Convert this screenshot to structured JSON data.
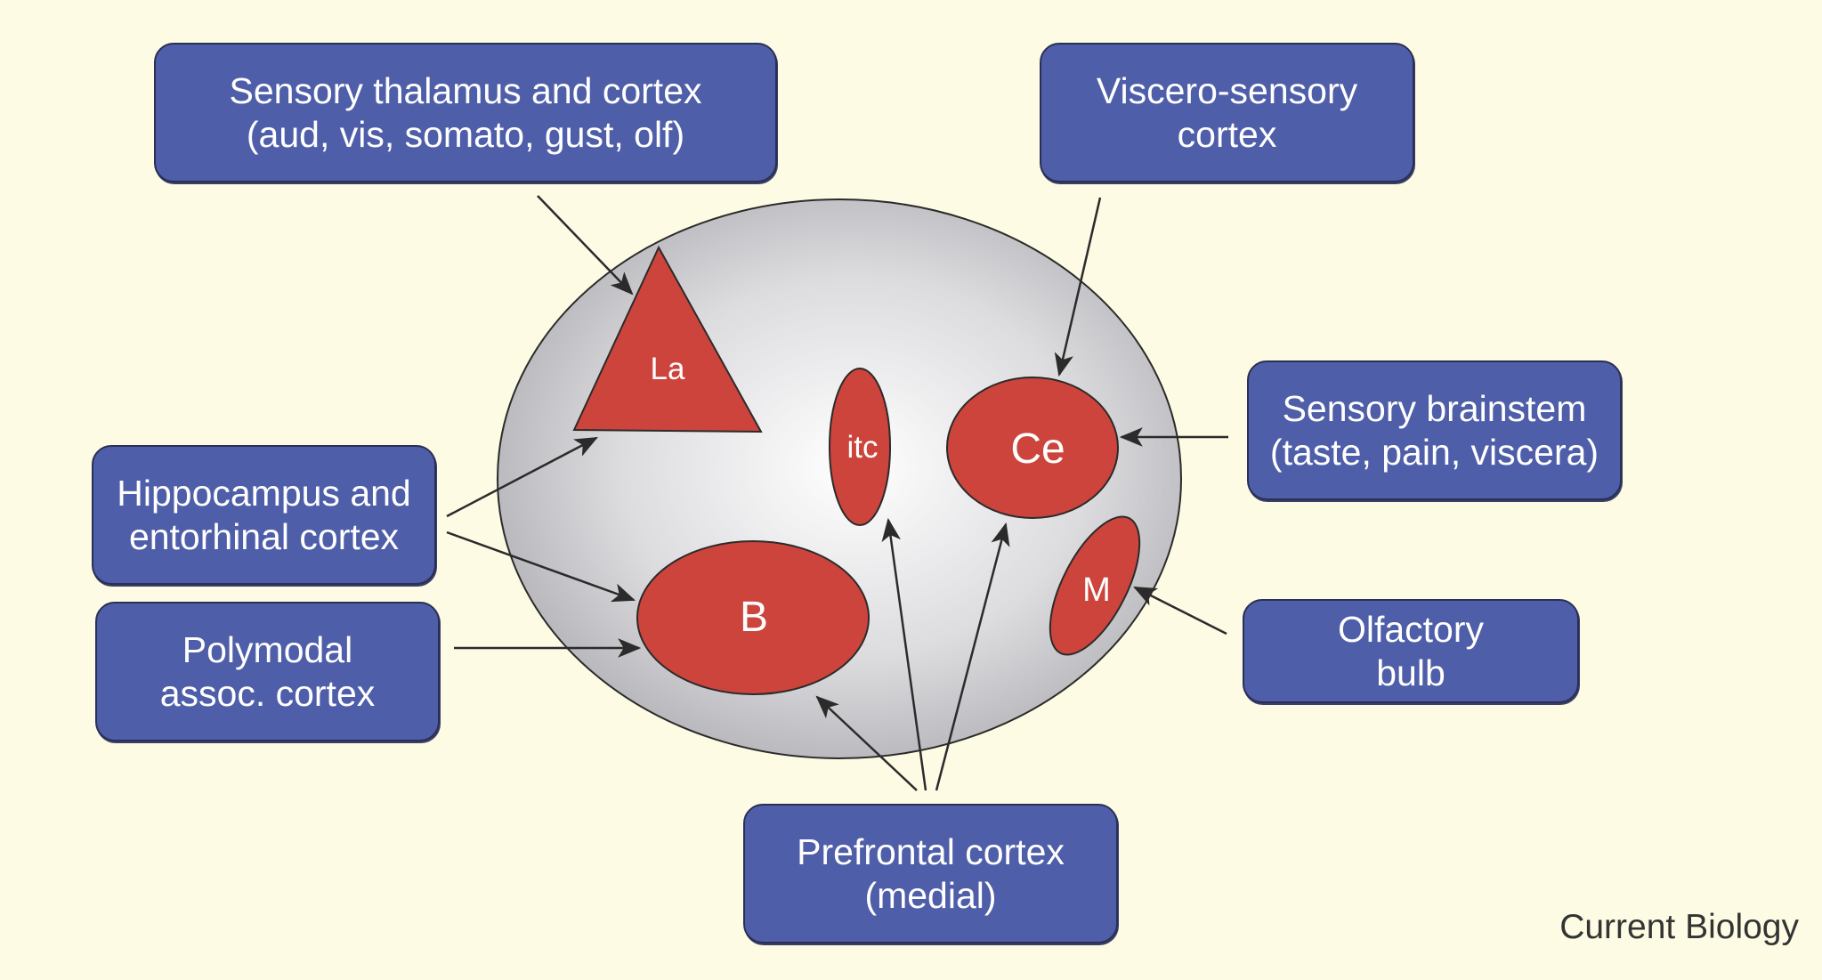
{
  "nuclei": {
    "la": "La",
    "itc": "itc",
    "ce": "Ce",
    "b": "B",
    "m": "M"
  },
  "inputs": {
    "sensory_thalamus": {
      "line1": "Sensory thalamus and cortex",
      "line2": "(aud, vis, somato, gust, olf)"
    },
    "viscero_sensory": {
      "line1": "Viscero-sensory",
      "line2": "cortex"
    },
    "sensory_brainstem": {
      "line1": "Sensory brainstem",
      "line2": "(taste, pain, viscera)"
    },
    "hippocampus": {
      "line1": "Hippocampus and",
      "line2": "entorhinal cortex"
    },
    "polymodal": {
      "line1": "Polymodal",
      "line2": "assoc. cortex"
    },
    "olfactory": {
      "line1": "Olfactory",
      "line2": "bulb"
    },
    "prefrontal": {
      "line1": "Prefrontal cortex",
      "line2": "(medial)"
    }
  },
  "credit": "Current Biology",
  "colors": {
    "background": "#fdfbe3",
    "box_fill": "#4f5ea8",
    "nucleus_fill": "#cc443c",
    "arrow": "#2b2b2b"
  }
}
